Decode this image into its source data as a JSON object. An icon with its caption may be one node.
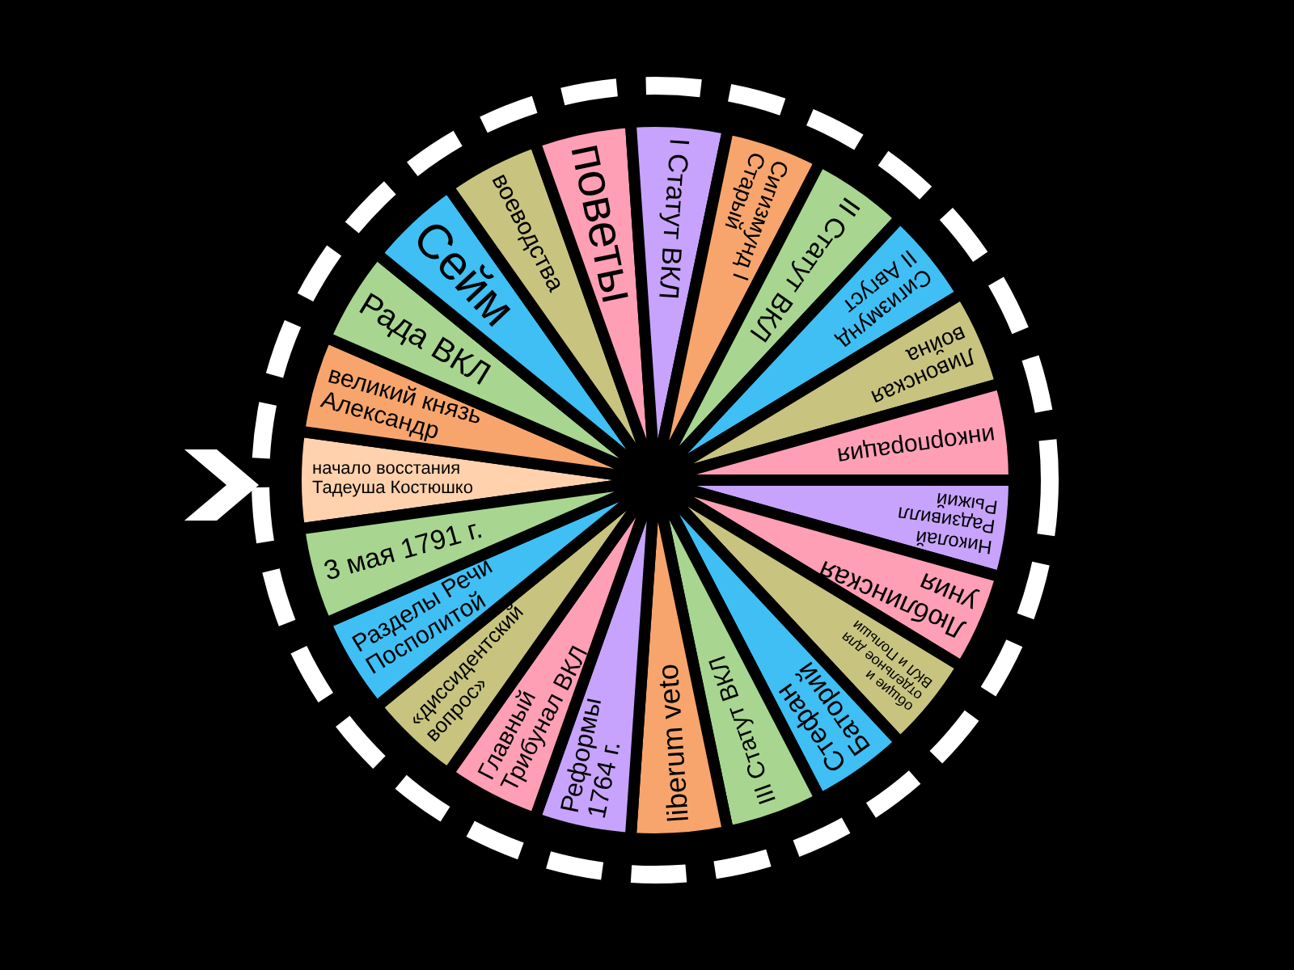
{
  "diagram": {
    "nodes": [
      {
        "text": [
          "начало восстания Тадеуша Костюшко"
        ]
      },
      {
        "text": [
          "великий князь Александр"
        ]
      },
      {
        "text": [
          "Рада ВКЛ"
        ]
      },
      {
        "text": [
          "Сейм"
        ]
      },
      {
        "text": [
          "воеводства"
        ]
      },
      {
        "text": [
          "поветы"
        ]
      },
      {
        "text": [
          "I Статут ВКЛ"
        ]
      },
      {
        "text": [
          "Сигизмунд I Старый"
        ]
      },
      {
        "text": [
          "II Статут ВКЛ"
        ]
      },
      {
        "text": [
          "Сигизмунд II Август"
        ]
      },
      {
        "text": [
          "Ливонская война"
        ]
      },
      {
        "text": [
          "инкорпорация"
        ]
      },
      {
        "text": [
          "Николай Радзивилл Рыжий"
        ]
      },
      {
        "text": [
          "Люблинская уния"
        ]
      },
      {
        "text": [
          "общие и отдельное для ВКЛ и Польши"
        ]
      },
      {
        "text": [
          "Стефан Баторий"
        ]
      },
      {
        "text": [
          "III Статут ВКЛ"
        ]
      },
      {
        "text": [
          "liberum veto"
        ]
      },
      {
        "text": [
          "Реформы 1764 г."
        ]
      },
      {
        "text": [
          "Главный Трибунал ВКЛ"
        ]
      },
      {
        "text": [
          "«диссидентский вопрос»"
        ]
      },
      {
        "text": [
          "Разделы Речи Посполитой"
        ]
      },
      {
        "text": [
          "3 мая 1791 г."
        ]
      }
    ]
  }
}
